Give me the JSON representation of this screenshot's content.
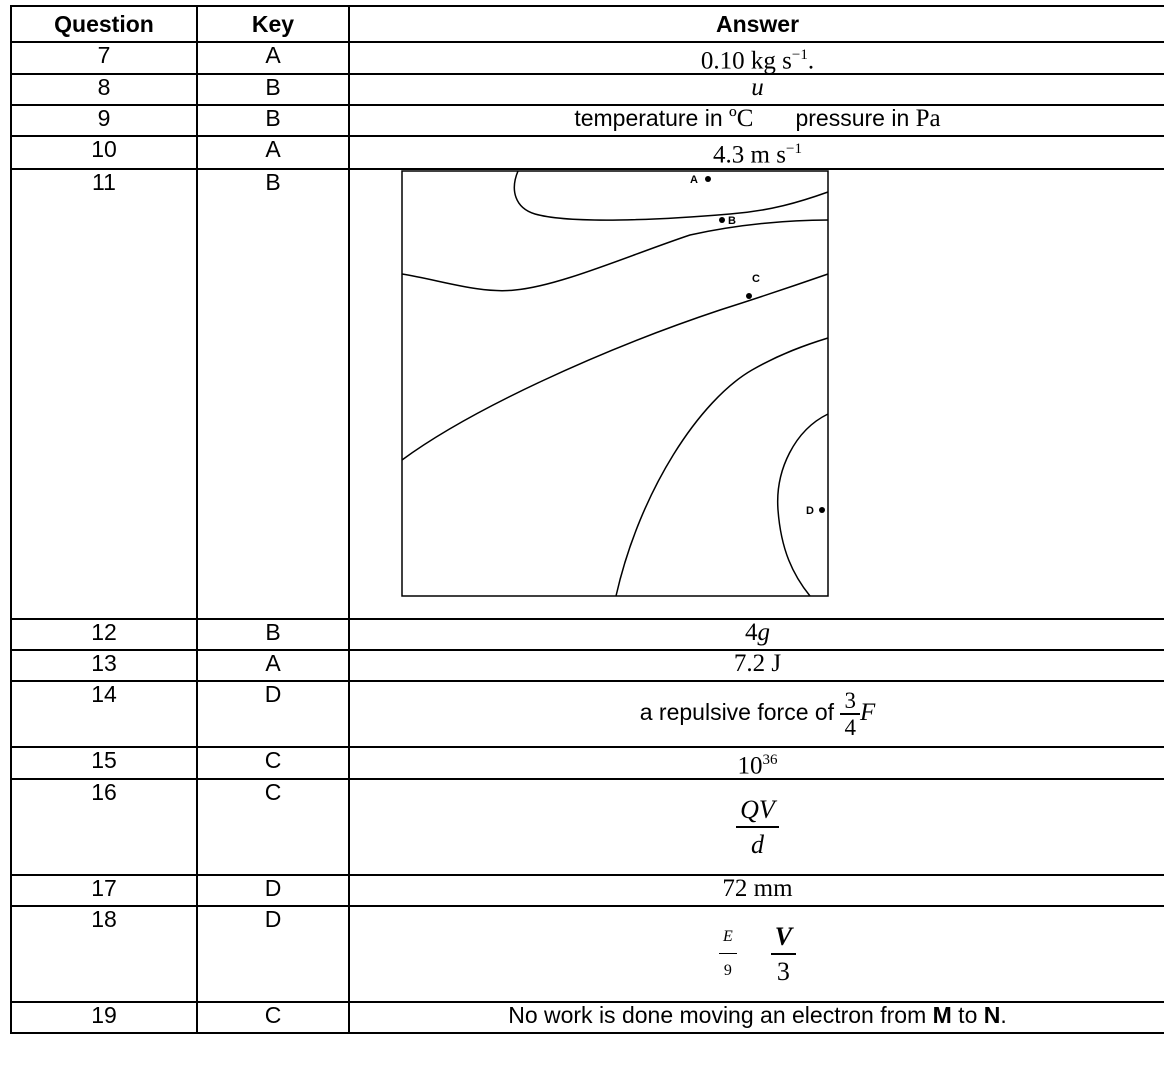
{
  "headers": {
    "question": "Question",
    "key": "Key",
    "answer": "Answer"
  },
  "rows": [
    {
      "question": "7",
      "key": "A",
      "answer_main": "0.10 kg s",
      "answer_sup": "−1",
      "answer_tail": "."
    },
    {
      "question": "8",
      "key": "B",
      "answer": "u"
    },
    {
      "question": "9",
      "key": "B",
      "answer_a": "temperature in ",
      "answer_b": "ºC",
      "answer_c": "pressure in ",
      "answer_d": "Pa"
    },
    {
      "question": "10",
      "key": "A",
      "answer_main": "4.3 m s",
      "answer_sup": "−1"
    },
    {
      "question": "11",
      "key": "B",
      "diagram_labels": [
        "A",
        "B",
        "C",
        "D"
      ]
    },
    {
      "question": "12",
      "key": "B",
      "answer_num": "4",
      "answer_var": "g"
    },
    {
      "question": "13",
      "key": "A",
      "answer": "7.2 J"
    },
    {
      "question": "14",
      "key": "D",
      "answer_text": "a repulsive force of ",
      "frac_num": "3",
      "frac_den": "4",
      "answer_var": "F"
    },
    {
      "question": "15",
      "key": "C",
      "answer_base": "10",
      "answer_sup": "36"
    },
    {
      "question": "16",
      "key": "C",
      "frac_num": "QV",
      "frac_den": "d"
    },
    {
      "question": "17",
      "key": "D",
      "answer": "72 mm"
    },
    {
      "question": "18",
      "key": "D",
      "frac1_num": "E",
      "frac1_den": "9",
      "frac2_num": "V",
      "frac2_den": "3"
    },
    {
      "question": "19",
      "key": "C",
      "answer_a": "No work is done moving an electron from ",
      "answer_m": "M",
      "answer_to": " to ",
      "answer_n": "N",
      "answer_end": "."
    }
  ]
}
